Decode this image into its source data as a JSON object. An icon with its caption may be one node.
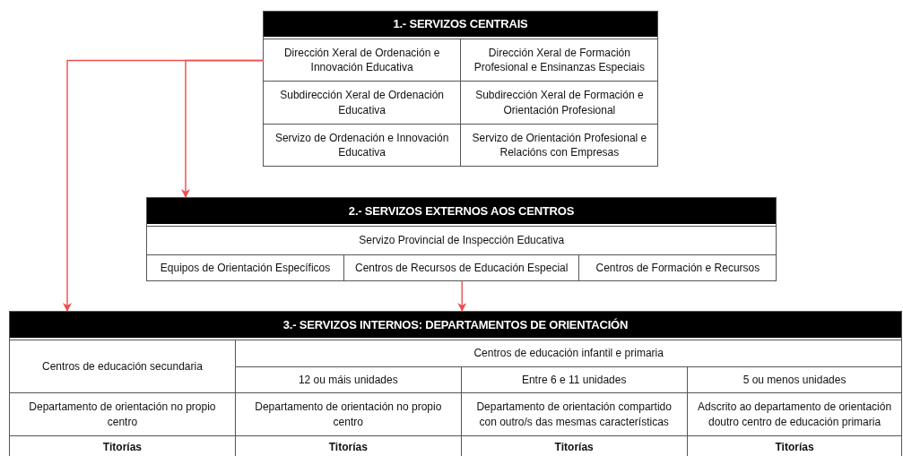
{
  "diagram": {
    "nodes": [
      {
        "text": [
          "1.- SERVIZOS CENTRAIS"
        ]
      },
      {
        "text": [
          "Dirección Xeral de Ordenación e Innovación Educativa"
        ],
        "in": 0
      },
      {
        "text": [
          "Dirección Xeral de Formación Profesional e Ensinanzas Especiais"
        ],
        "in": 0
      },
      {
        "text": [
          "Subdirección Xeral de Ordenación Educativa"
        ],
        "in": 0
      },
      {
        "text": [
          "Subdirección Xeral de Formación e Orientación Profesional"
        ],
        "in": 0
      },
      {
        "text": [
          "Servizo de Ordenación e Innovación Educativa"
        ],
        "in": 0
      },
      {
        "text": [
          "Servizo de Orientación Profesional e Relacións con Empresas"
        ],
        "in": 0
      },
      {
        "text": [
          "2.- SERVIZOS EXTERNOS AOS CENTROS"
        ]
      },
      {
        "text": [
          "Servizo Provincial de Inspección Educativa"
        ],
        "in": 7
      },
      {
        "text": [
          "Equipos de Orientación Específicos"
        ],
        "in": 7
      },
      {
        "text": [
          "Centros de Recursos de Educación Especial"
        ],
        "in": 7
      },
      {
        "text": [
          "Centros de Formación e Recursos"
        ],
        "in": 7
      },
      {
        "text": [
          "3.- SERVIZOS INTERNOS: DEPARTAMENTOS DE ORIENTACIÓN"
        ]
      },
      {
        "text": [
          "Centros de educación secundaria"
        ],
        "in": 12
      },
      {
        "text": [
          "Centros de educación infantil e primaria"
        ],
        "in": 12
      },
      {
        "text": [
          "12 ou máis unidades"
        ],
        "in": 12
      },
      {
        "text": [
          "Entre 6 e 11 unidades"
        ],
        "in": 12
      },
      {
        "text": [
          "5 ou menos unidades"
        ],
        "in": 12
      },
      {
        "text": [
          "Departamento de orientación no propio centro"
        ],
        "in": 12
      },
      {
        "text": [
          "Departamento de orientación no propio centro"
        ],
        "in": 12
      },
      {
        "text": [
          "Departamento de orientación compartido con outro/s das mesmas características"
        ],
        "in": 12
      },
      {
        "text": [
          "Adscrito ao departamento de orientación doutro centro de educación primaria"
        ],
        "in": 12
      },
      {
        "text": [
          "Titorías"
        ],
        "in": 12
      },
      {
        "text": [
          "Titorías"
        ],
        "in": 12
      },
      {
        "text": [
          "Titorías"
        ],
        "in": 12
      },
      {
        "text": [
          "Titorías"
        ],
        "in": 12
      }
    ],
    "edges": [
      {
        "from": 1,
        "to": 7,
        "arrow": "to"
      },
      {
        "from": 1,
        "to": 12,
        "arrow": "to"
      },
      {
        "from": 10,
        "to": 12,
        "arrow": "to"
      }
    ]
  }
}
